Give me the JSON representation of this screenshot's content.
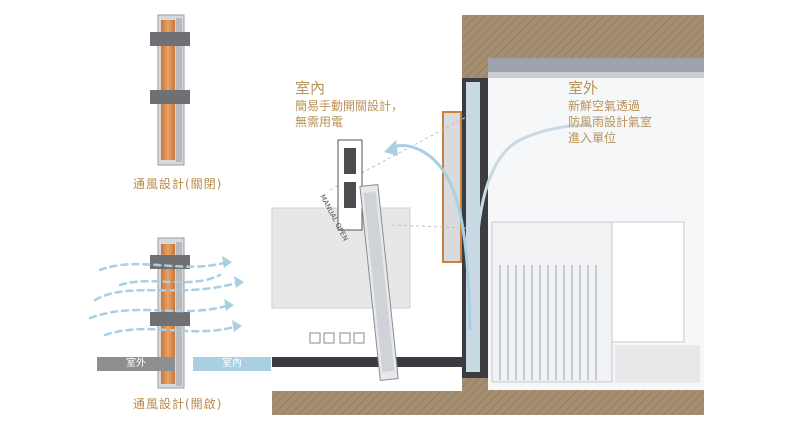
{
  "left_panel": {
    "closed_caption": "通風設計(關閉)",
    "open_caption": "通風設計(開啟)",
    "outdoor_tag": "室外",
    "indoor_tag": "室內"
  },
  "right_panel": {
    "indoor": {
      "title": "室內",
      "lines": [
        "簡易手動開關設計，",
        "無需用電"
      ]
    },
    "outdoor": {
      "title": "室外",
      "lines": [
        "新鮮空氣透過",
        "防風雨設計氣室",
        "進入單位"
      ]
    },
    "manual_label": "MANUAL OPEN"
  },
  "colors": {
    "caption_gold": "#b88a4a",
    "wall_brown": "#a08a6b",
    "frame_orange": "#c8813f",
    "airflow_blue": "#a9cfe2",
    "tag_grey": "#8f8f8f"
  }
}
